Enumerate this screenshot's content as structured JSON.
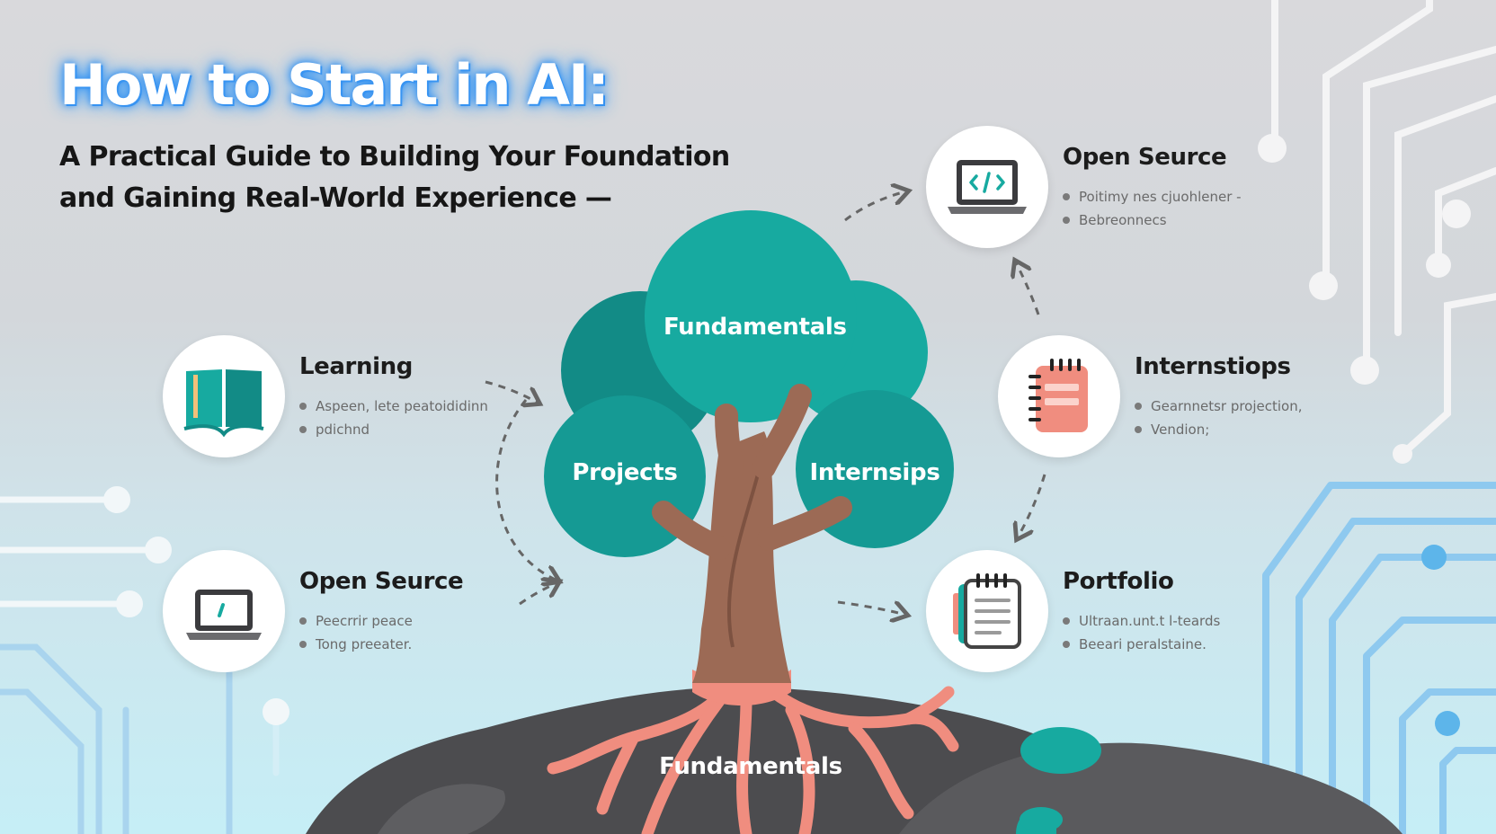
{
  "title": "How to Start in AI:",
  "subtitle": {
    "line1": "A Practical Guide to Building Your Foundation",
    "line2": "and Gaining Real-World Experience —"
  },
  "tree": {
    "canopy_top": "Fundamentals",
    "canopy_left": "Projects",
    "canopy_right": "Internsips",
    "roots": "Fundamentals"
  },
  "nodes": {
    "learning": {
      "icon": "book-icon",
      "title": "Learning",
      "bullets": [
        "Aspeen, lete peatoididinn",
        "pdichnd"
      ]
    },
    "open_source_left": {
      "icon": "laptop-icon",
      "title": "Open Seurce",
      "bullets": [
        "Peecrrir peace",
        "Tong preeater."
      ]
    },
    "open_source_right": {
      "icon": "laptop-code-icon",
      "title": "Open Seurce",
      "bullets": [
        "Poitimy nes cjuohlener -",
        "Bebreonnecs"
      ]
    },
    "internships": {
      "icon": "notepad-icon",
      "title": "Internstiops",
      "bullets": [
        "Gearnnetsr projection,",
        "Vendion;"
      ]
    },
    "portfolio": {
      "icon": "document-icon",
      "title": "Portfolio",
      "bullets": [
        "Ultraan.unt.t l-teards",
        "Beeari peralstaine."
      ]
    }
  },
  "colors": {
    "title_glow": "#2f8df0",
    "teal": "#17aaa0",
    "teal_dark": "#128b86",
    "trunk": "#9c6a55",
    "roots": "#f08d7f",
    "hill": "#4c4c4f",
    "circuit": "#8ec9ef"
  }
}
